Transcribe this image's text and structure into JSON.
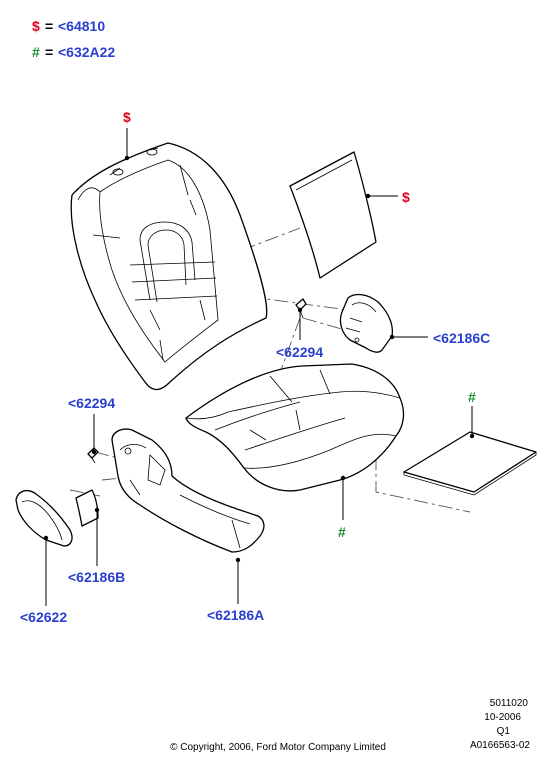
{
  "legend": {
    "symbol_dollar": "$",
    "symbol_hash": "#",
    "equals": "=",
    "dollar_ref": "<64810",
    "hash_ref": "<632A22"
  },
  "callouts": {
    "backrest_marker": "$",
    "back_panel_marker": "$",
    "cushion_marker": "#",
    "pad_marker": "#",
    "screw_upper": "<62294",
    "screw_lower": "<62294",
    "shield_inner": "<62186C",
    "shield_small": "<62186B",
    "shield_outer": "<62186A",
    "handle": "<62622"
  },
  "footer": {
    "code_1": "5011020",
    "date": "10-2006",
    "code_2": "Q1",
    "code_3": "A0166563-02",
    "copyright": "© Copyright, 2006, Ford Motor Company Limited"
  },
  "colors": {
    "callout_blue": "#2a3fd0",
    "dollar_red": "#e0001b",
    "hash_green": "#12902a"
  }
}
